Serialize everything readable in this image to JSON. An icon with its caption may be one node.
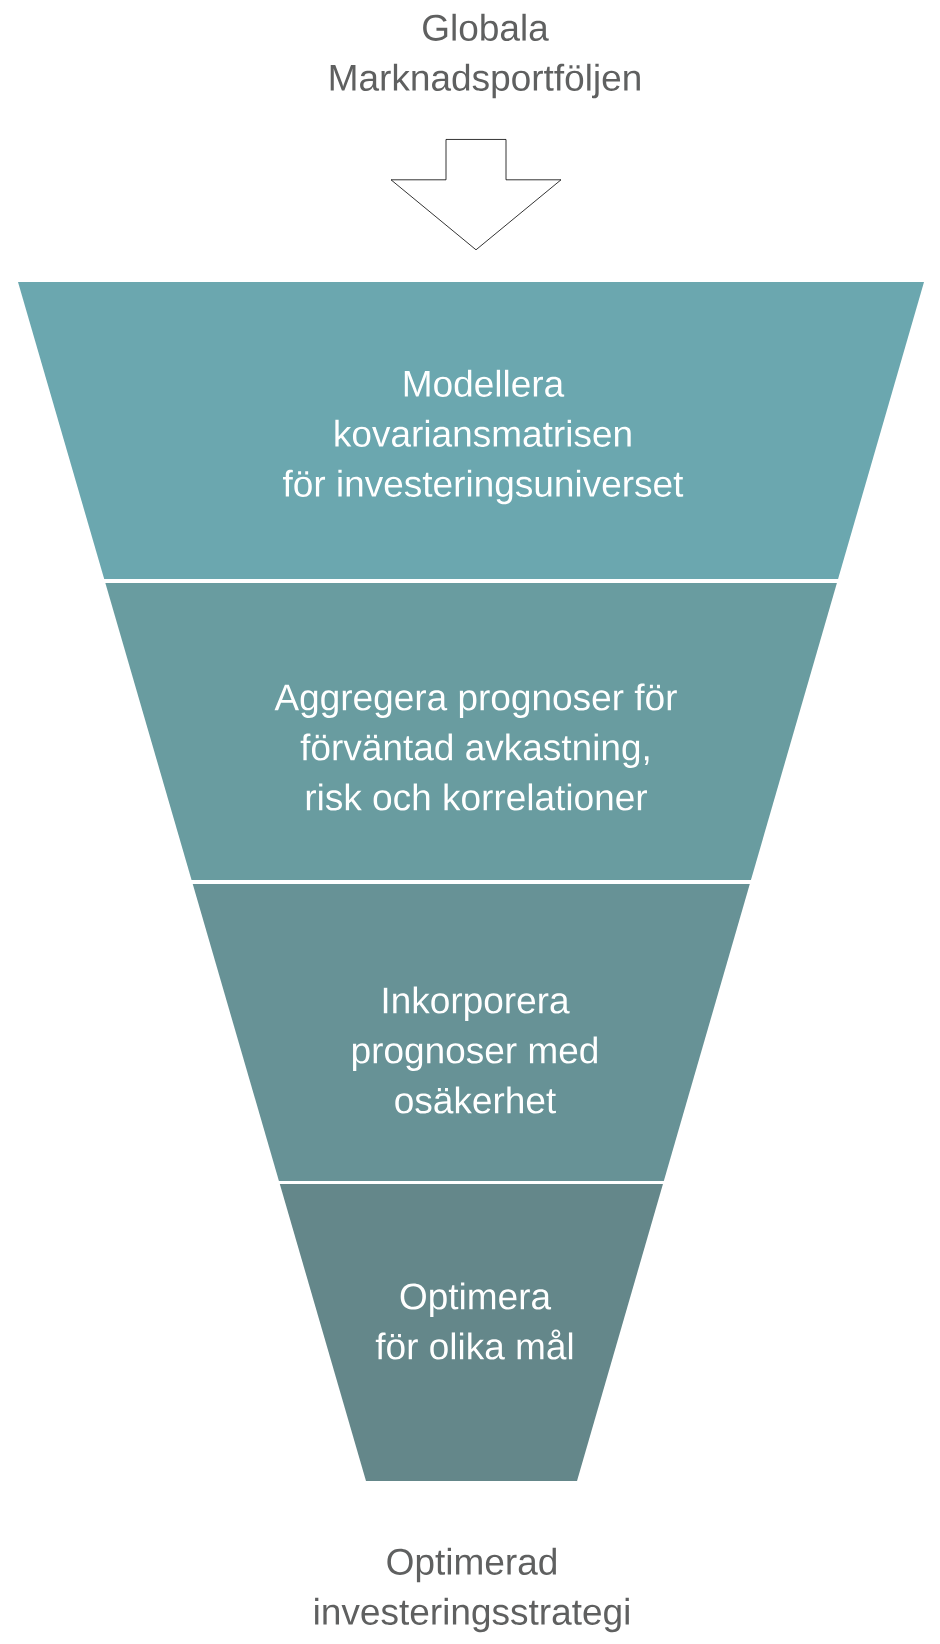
{
  "diagram": {
    "nodes": [
      {
        "text": [
          "Globala Marknadsportföljen"
        ]
      },
      {
        "text": [
          "Modellera kovariansmatrisen för investeringsuniverset"
        ]
      },
      {
        "text": [
          "Aggregera prognoser för förväntad avkastning, risk och korrelationer"
        ]
      },
      {
        "text": [
          "Inkorporera prognoser med osäkerhet"
        ]
      },
      {
        "text": [
          "Optimera för olika mål"
        ]
      }
    ],
    "edges": [
      {
        "from": 0,
        "to": 1,
        "arrow": "to"
      }
    ],
    "labels": [
      "Optimerad investeringsstrategi"
    ]
  }
}
